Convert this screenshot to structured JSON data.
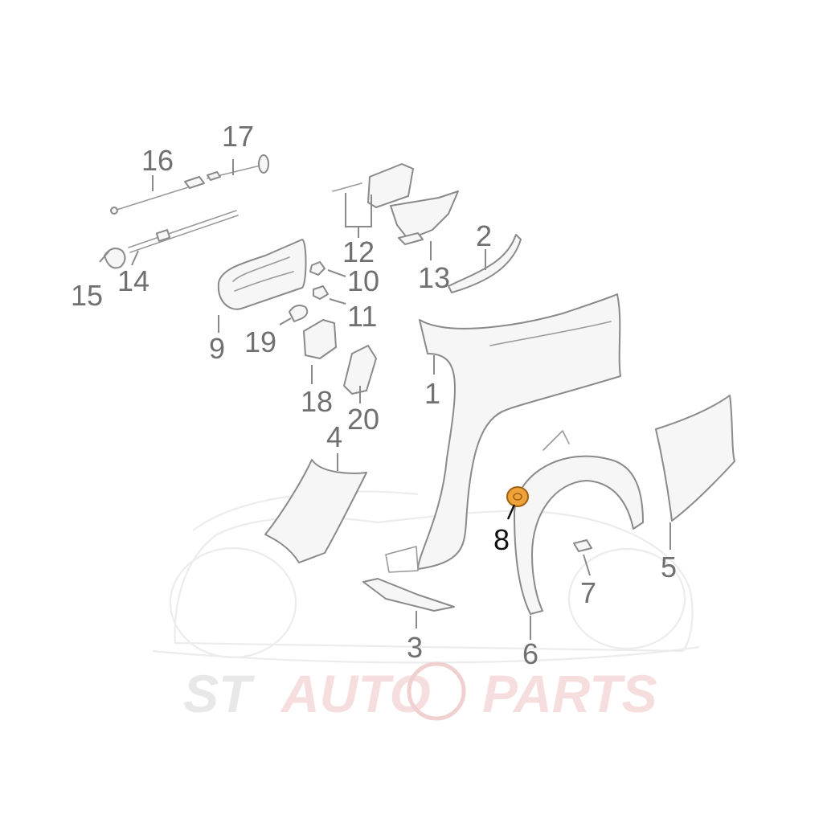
{
  "diagram": {
    "highlight_color": "#f0a23a",
    "line_color": "#8a8a8a",
    "callouts": [
      {
        "id": "c1",
        "label": "1"
      },
      {
        "id": "c2",
        "label": "2"
      },
      {
        "id": "c3",
        "label": "3"
      },
      {
        "id": "c4",
        "label": "4"
      },
      {
        "id": "c5",
        "label": "5"
      },
      {
        "id": "c6",
        "label": "6"
      },
      {
        "id": "c7",
        "label": "7"
      },
      {
        "id": "c8",
        "label": "8",
        "highlighted": true
      },
      {
        "id": "c9",
        "label": "9"
      },
      {
        "id": "c10",
        "label": "10"
      },
      {
        "id": "c11",
        "label": "11"
      },
      {
        "id": "c12",
        "label": "12"
      },
      {
        "id": "c13",
        "label": "13"
      },
      {
        "id": "c14",
        "label": "14"
      },
      {
        "id": "c15",
        "label": "15"
      },
      {
        "id": "c16",
        "label": "16"
      },
      {
        "id": "c17",
        "label": "17"
      },
      {
        "id": "c18",
        "label": "18"
      },
      {
        "id": "c19",
        "label": "19"
      },
      {
        "id": "c20",
        "label": "20"
      }
    ]
  },
  "watermark": {
    "part1": "ST",
    "part2": "AUTO",
    "part3": "PARTS",
    "color_dark": "#e8e8e8",
    "color_red": "#f6dede"
  }
}
